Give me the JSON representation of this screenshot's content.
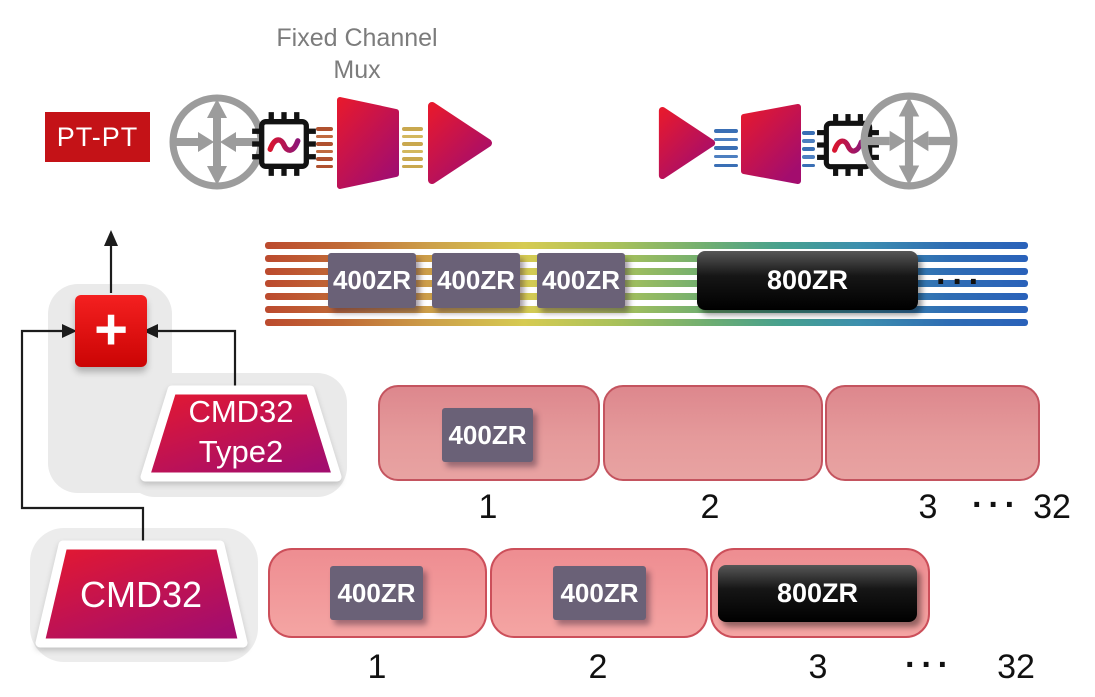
{
  "header": {
    "mux_label_line1": "Fixed Channel",
    "mux_label_line2": "Mux",
    "pt_pt": "PT-PT"
  },
  "combiner": {
    "plus": "+"
  },
  "devices": {
    "cmd32_type2_line1": "CMD32",
    "cmd32_type2_line2": "Type2",
    "cmd32": "CMD32"
  },
  "spectrum_band": {
    "badge1": "400ZR",
    "badge2": "400ZR",
    "badge3": "400ZR",
    "badge4": "800ZR",
    "ellipsis": "···"
  },
  "type2_row": {
    "slot1_badge": "400ZR",
    "labels": [
      "1",
      "2",
      "3"
    ],
    "ellipsis": "···",
    "last": "32"
  },
  "cmd32_row": {
    "badge1": "400ZR",
    "badge2": "400ZR",
    "badge3": "800ZR",
    "labels": [
      "1",
      "2",
      "3"
    ],
    "ellipsis": "···",
    "last": "32"
  },
  "icons": {
    "router": "router-icon",
    "dsp_chip": "dsp-chip-icon",
    "mux": "channel-mux-icon",
    "amplifier": "amplifier-icon",
    "demux": "channel-demux-icon"
  },
  "colors": {
    "brand_red": "#e6192e",
    "brand_purple": "#a30d6e",
    "pt_pt_bg": "#c41217",
    "plus_red": "#e30f0f",
    "slot_pink_mid": "#e59a9b",
    "slot_pink_bottom": "#f29b9c",
    "slot_border": "#c4545f",
    "badge_gray": "#6a6177",
    "badge_black": "#000000",
    "router_gray": "#9c9c9c",
    "label_gray": "#7c7c7c",
    "band_left": "#bc4a2e",
    "band_mid": "#d6cb52",
    "band_right": "#2a62ba"
  }
}
